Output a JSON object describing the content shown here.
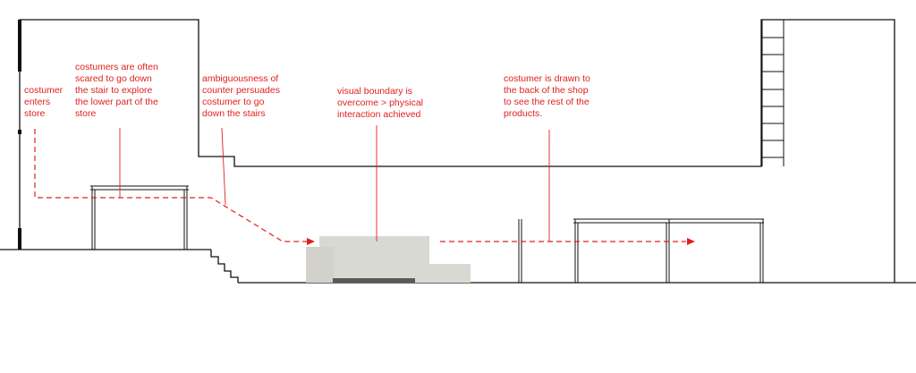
{
  "annotations": {
    "enter": [
      "costumer",
      "enters",
      "store"
    ],
    "scared": [
      "costumers are often",
      "scared to go down",
      "the stair to explore",
      "the lower part of the",
      "store"
    ],
    "ambiguous": [
      "ambiguousness of",
      "counter persuades",
      "costumer to go",
      "down the stairs"
    ],
    "visual": [
      "visual boundary is",
      "overcome > physical",
      "interaction achieved"
    ],
    "drawn": [
      "costumer is drawn to",
      "the back of the shop",
      "to see the rest of the",
      "products."
    ]
  },
  "colors": {
    "annotation": "#e0201e",
    "line": "#111111",
    "counter": "#d9d9d3",
    "counter_edge": "#c8c8c1",
    "counter_base": "#5a5a58"
  }
}
